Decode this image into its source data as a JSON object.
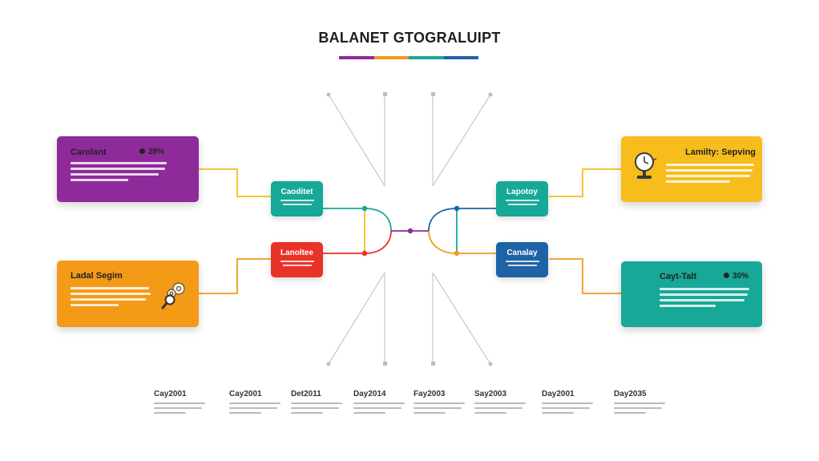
{
  "title": "BALANET GTOGRALUIPT",
  "colors": {
    "purple": "#8e2a9a",
    "orange": "#f39a17",
    "yellow": "#f7bd1c",
    "teal": "#17a897",
    "red": "#e93228",
    "blue": "#1d63a6"
  },
  "cards": {
    "top_left": {
      "title": "Carolant",
      "percent": "28%"
    },
    "bottom_left": {
      "title": "Ladal Segim",
      "icon": "gears-magnifier-icon"
    },
    "top_right": {
      "title": "Lamilty: Sepving",
      "icon": "clock-icon"
    },
    "bottom_right": {
      "title": "Cayt-Talt",
      "percent": "30%"
    }
  },
  "pills": {
    "left_top": {
      "label": "Caoditet"
    },
    "left_bottom": {
      "label": "Lanoltee"
    },
    "right_top": {
      "label": "Lapotoy"
    },
    "right_bottom": {
      "label": "Canalay"
    }
  },
  "timeline": [
    {
      "label": "Cay2001"
    },
    {
      "label": "Cay2001"
    },
    {
      "label": "Det2011"
    },
    {
      "label": "Day2014"
    },
    {
      "label": "Fay2003"
    },
    {
      "label": "Say2003"
    },
    {
      "label": "Day2001"
    },
    {
      "label": "Day2035"
    }
  ]
}
